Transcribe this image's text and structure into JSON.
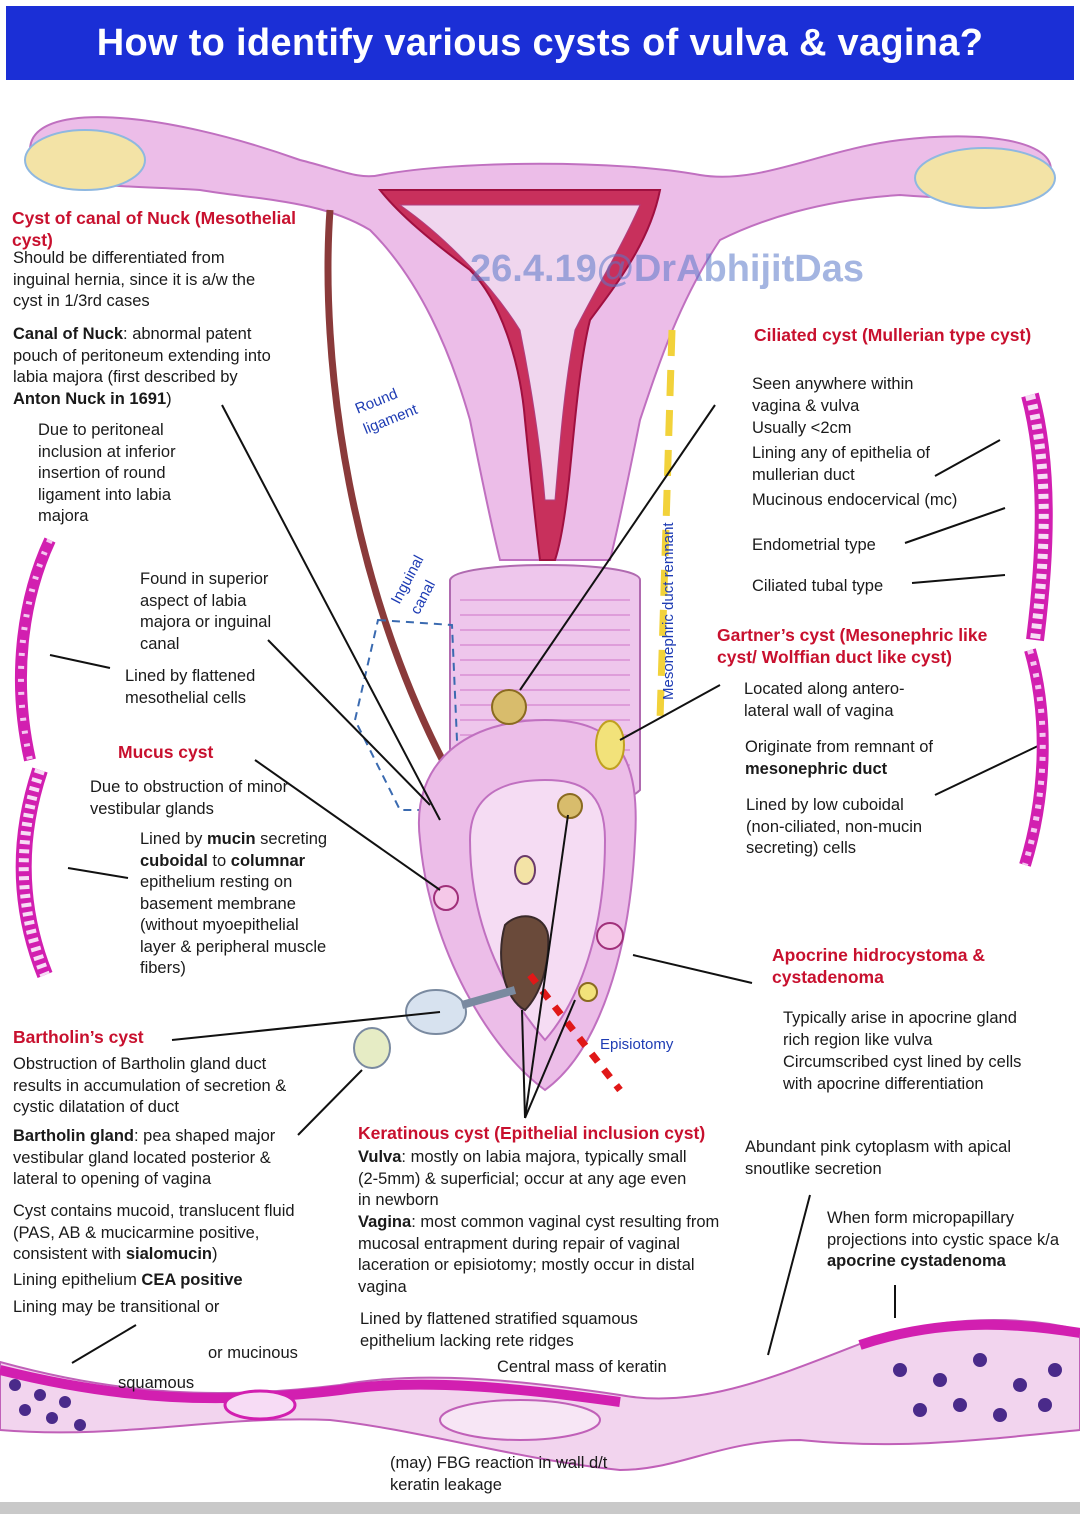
{
  "title": "How to identify various cysts of vulva & vagina?",
  "watermark": "26.4.19@DrAbhijitDas",
  "nuck": {
    "heading": "Cyst of canal of Nuck (Mesothelial cyst)",
    "differentiate": "Should be differentiated from inguinal hernia, since it is a/w the cyst in 1/3rd cases",
    "canal_term": "Canal of Nuck",
    "canal_def": ": abnormal patent pouch of peritoneum extending into labia majora (first described by ",
    "anton": "Anton Nuck in 1691",
    "close": ")",
    "due_to": "Due to peritoneal inclusion at inferior insertion of round ligament into labia majora",
    "found_in": "Found in superior aspect of labia majora or inguinal canal",
    "lined_by": "Lined by flattened mesothelial cells"
  },
  "labels": {
    "round_ligament": "Round ligament",
    "inguinal_canal": "Inguinal canal",
    "mesonephric": "Mesonephric duct remnant",
    "episiotomy": "Episiotomy"
  },
  "mucus": {
    "heading": "Mucus cyst",
    "due_to": "Due to obstruction of minor vestibular glands",
    "lined_a": "Lined by ",
    "mucin": "mucin",
    "lined_b": " secreting ",
    "cuboidal": "cuboidal",
    "lined_c": " to ",
    "columnar": "columnar",
    "lined_d": " epithelium resting on basement membrane (without myoepithelial layer & peripheral muscle fibers)"
  },
  "bartholin": {
    "heading": "Bartholin’s cyst",
    "obstruction": "Obstruction of Bartholin gland duct results in accumulation of secretion & cystic dilatation of duct",
    "gland_term": "Bartholin gland",
    "gland_def": ": pea shaped major vestibular gland located posterior & lateral to opening of vagina",
    "contains_a": "Cyst contains mucoid, translucent fluid (PAS, AB & mucicarmine positive, consistent with ",
    "sialomucin": "sialomucin",
    "contains_b": ")",
    "lining_a": "Lining epithelium ",
    "cea": "CEA positive",
    "lining_may": "Lining may be transitional or",
    "or_mucinous": "or mucinous",
    "squamous": "squamous"
  },
  "ciliated": {
    "heading": "Ciliated cyst (Mullerian type cyst)",
    "seen": "Seen anywhere within vagina & vulva",
    "usually": "Usually <2cm",
    "lining": "Lining any of epithelia of mullerian duct",
    "mucinous": "Mucinous endocervical (mc)",
    "endometrial": "Endometrial type",
    "tubal": "Ciliated tubal type"
  },
  "gartner": {
    "heading": "Gartner’s cyst (Mesonephric like cyst/ Wolffian duct like cyst)",
    "located": "Located along antero-lateral wall of vagina",
    "originate_a": "Originate from remnant of ",
    "meso": "mesonephric duct",
    "lined": "Lined by low cuboidal (non-ciliated, non-mucin secreting) cells"
  },
  "apocrine": {
    "heading": "Apocrine hidrocystoma & cystadenoma",
    "arise": "Typically arise in apocrine gland rich region like vulva",
    "circ": "Circumscribed cyst lined by cells with apocrine differentiation",
    "pink": "Abundant pink cytoplasm with apical snoutlike secretion",
    "when_a": "When form micropapillary projections into cystic space k/a ",
    "cystadenoma": "apocrine cystadenoma"
  },
  "keratinous": {
    "heading": "Keratinous cyst (Epithelial inclusion cyst)",
    "vulva_term": "Vulva",
    "vulva": ": mostly on labia majora, typically small (2-5mm) & superficial; occur at any age even in newborn",
    "vagina_term": "Vagina",
    "vagina": ": most common vaginal cyst resulting from mucosal entrapment during repair of vaginal laceration or episiotomy; mostly occur in distal vagina",
    "lined": "Lined by flattened stratified squamous epithelium lacking rete ridges",
    "central": "Central mass of keratin",
    "fbg": "(may) FBG reaction in wall d/t keratin leakage"
  },
  "colors": {
    "banner": "#1b2fd6",
    "heading_red": "#c8102e",
    "label_blue": "#1e3cb4",
    "uterus_pink": "#e9b6e6",
    "magenta": "#d21fb0"
  }
}
